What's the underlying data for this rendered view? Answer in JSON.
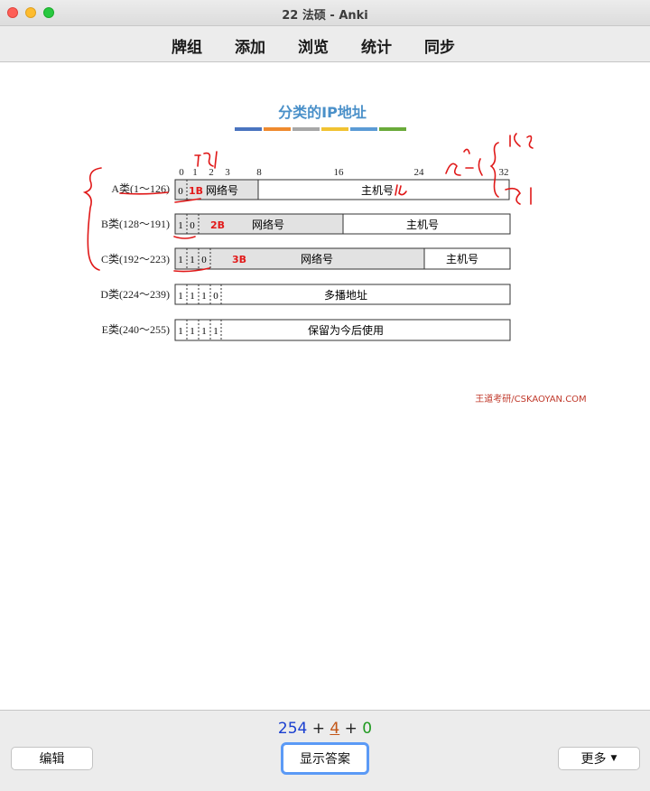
{
  "window": {
    "title": "22 法硕 - Anki"
  },
  "toolbar": {
    "items": [
      "牌组",
      "添加",
      "浏览",
      "统计",
      "同步"
    ]
  },
  "card": {
    "title": "分类的IP地址",
    "title_color": "#4a90c9",
    "color_bars": [
      "#4a74bf",
      "#ef8a2e",
      "#a7a7a7",
      "#f1c232",
      "#5b9bd5",
      "#6aaa3a"
    ],
    "bit_positions": [
      "0",
      "1",
      "2",
      "3",
      "8",
      "16",
      "24",
      "32"
    ],
    "classes": [
      {
        "label": "A类(1～126)",
        "bits": [
          "0"
        ],
        "network": "网络号",
        "host": "主机号",
        "tag": "1B"
      },
      {
        "label": "B类(128～191)",
        "bits": [
          "1",
          "0"
        ],
        "network": "网络号",
        "host": "主机号",
        "tag": "2B"
      },
      {
        "label": "C类(192～223)",
        "bits": [
          "1",
          "1",
          "0"
        ],
        "network": "网络号",
        "host": "主机号",
        "tag": "3B"
      },
      {
        "label": "D类(224～239)",
        "bits": [
          "1",
          "1",
          "1",
          "0"
        ],
        "body": "多播地址"
      },
      {
        "label": "E类(240～255)",
        "bits": [
          "1",
          "1",
          "1",
          "1"
        ],
        "body": "保留为今后使用"
      }
    ],
    "watermark": "王道考研/CSKAOYAN.COM",
    "watermark_color": "#c0392b"
  },
  "bottom": {
    "counts": {
      "new": "254",
      "learn": "4",
      "review": "0",
      "sep": "+"
    },
    "edit_label": "编辑",
    "show_answer_label": "显示答案",
    "more_label": "更多"
  }
}
